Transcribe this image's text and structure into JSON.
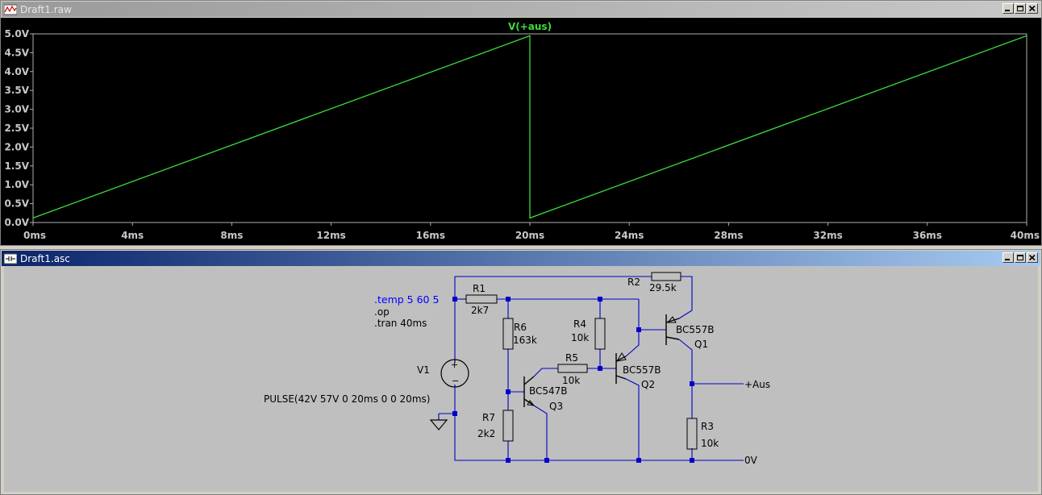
{
  "waveform_window": {
    "title": "Draft1.raw",
    "trace_label": "V(+aus)",
    "trace_color": "#3bdc3b",
    "y_ticks": [
      "5.0V",
      "4.5V",
      "4.0V",
      "3.5V",
      "3.0V",
      "2.5V",
      "2.0V",
      "1.5V",
      "1.0V",
      "0.5V",
      "0.0V"
    ],
    "x_ticks": [
      "0ms",
      "4ms",
      "8ms",
      "12ms",
      "16ms",
      "20ms",
      "24ms",
      "28ms",
      "32ms",
      "36ms",
      "40ms"
    ]
  },
  "chart_data": {
    "type": "line",
    "title": "V(+aus)",
    "xlabel": "",
    "ylabel": "",
    "x_unit": "ms",
    "y_unit": "V",
    "xlim": [
      0,
      40
    ],
    "ylim": [
      0,
      5
    ],
    "series": [
      {
        "name": "V(+aus)",
        "x": [
          0,
          20,
          20,
          40
        ],
        "y": [
          0.12,
          4.95,
          0.12,
          4.95
        ]
      }
    ]
  },
  "schematic_window": {
    "title": "Draft1.asc",
    "directives": [
      ".temp 5 60 5",
      ".op",
      ".tran 40ms"
    ],
    "source": {
      "name": "V1",
      "value": "PULSE(42V 57V 0 20ms 0 0 20ms)"
    },
    "resistors": {
      "r1": {
        "name": "R1",
        "value": "2k7"
      },
      "r2": {
        "name": "R2",
        "value": "29.5k"
      },
      "r3": {
        "name": "R3",
        "value": "10k"
      },
      "r4": {
        "name": "R4",
        "value": "10k"
      },
      "r5": {
        "name": "R5",
        "value": "10k"
      },
      "r6": {
        "name": "R6",
        "value": "163k"
      },
      "r7": {
        "name": "R7",
        "value": "2k2"
      }
    },
    "transistors": {
      "q1": {
        "name": "Q1",
        "model": "BC557B"
      },
      "q2": {
        "name": "Q2",
        "model": "BC557B"
      },
      "q3": {
        "name": "Q3",
        "model": "BC547B"
      }
    },
    "nets": {
      "out": "+Aus",
      "gnd": "0V"
    },
    "colors": {
      "wire": "#0000c8",
      "directive": "#0000ff",
      "text": "#000000"
    }
  }
}
